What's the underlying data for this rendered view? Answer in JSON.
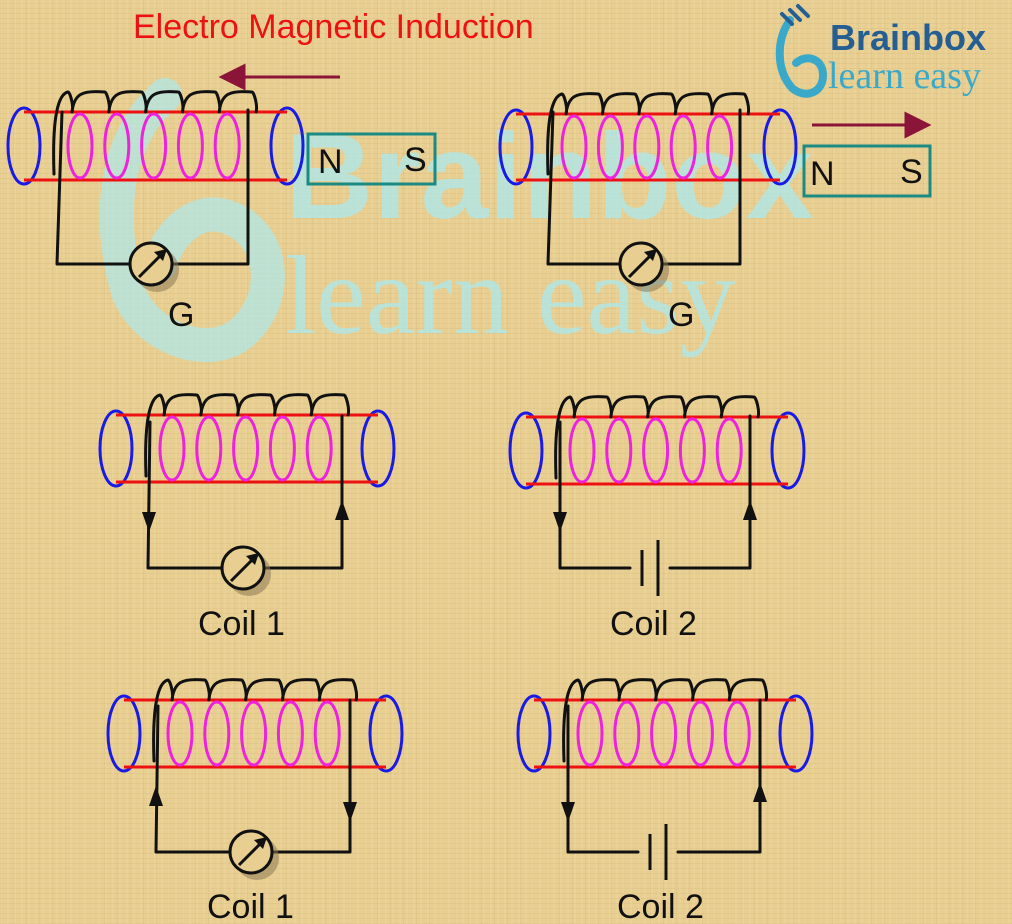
{
  "title": "Electro Magnetic Induction",
  "logo": {
    "name": "Brainbox",
    "tagline": "learn easy"
  },
  "watermark": {
    "name": "Brainbox",
    "tagline": "learn easy"
  },
  "colors": {
    "title": "#ee1111",
    "rod": "#ee1111",
    "rod_end": "#1a1ae6",
    "inner_coil": "#ee22dd",
    "winding": "#111111",
    "magnet_border": "#1b8a83",
    "motion_arrow": "#8a1538",
    "logo_primary": "#245e92",
    "logo_secondary": "#3aa9c9",
    "watermark": "#aee8ea"
  },
  "magnet_experiments": [
    {
      "id": "left",
      "galvanometer_label": "G",
      "magnet": {
        "pole_left": "N",
        "pole_right": "S"
      },
      "motion": "toward coil"
    },
    {
      "id": "right",
      "galvanometer_label": "G",
      "magnet": {
        "pole_left": "N",
        "pole_right": "S"
      },
      "motion": "away from coil"
    }
  ],
  "coil_pairs": [
    {
      "coil1_label": "Coil 1",
      "coil2_label": "Coil 2"
    },
    {
      "coil1_label": "Coil 1",
      "coil2_label": "Coil 2"
    }
  ]
}
